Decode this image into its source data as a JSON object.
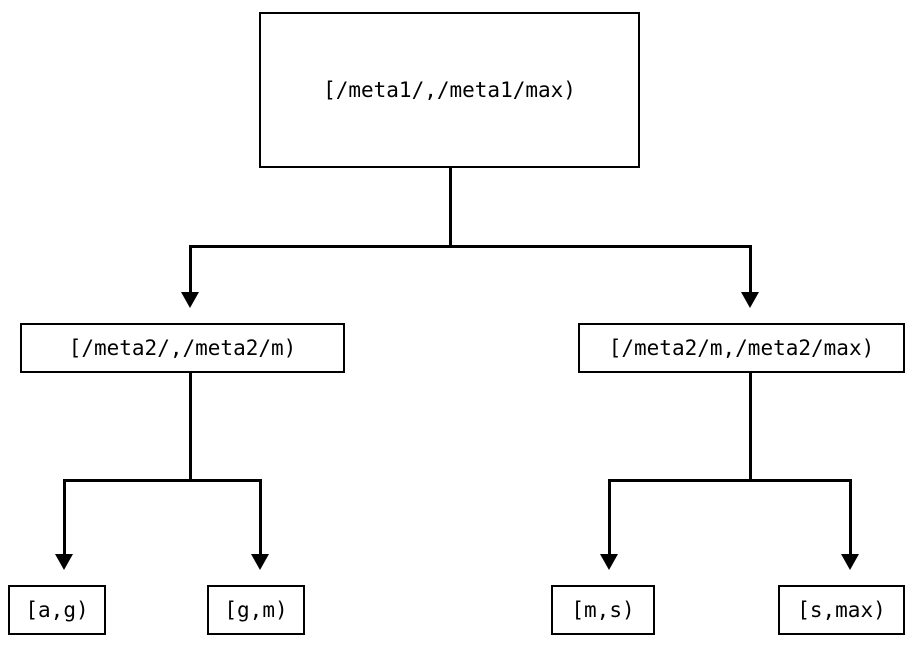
{
  "diagram": {
    "type": "tree",
    "background_color": "#ffffff",
    "line_color": "#000000",
    "text_color": "#000000",
    "nodes": {
      "root": {
        "label": "[/meta1/,/meta1/max)"
      },
      "mid_left": {
        "label": "[/meta2/,/meta2/m)"
      },
      "mid_right": {
        "label": "[/meta2/m,/meta2/max)"
      },
      "leaf_ag": {
        "label": "[a,g)"
      },
      "leaf_gm": {
        "label": "[g,m)"
      },
      "leaf_ms": {
        "label": "[m,s)"
      },
      "leaf_smax": {
        "label": "[s,max)"
      }
    },
    "edges": [
      {
        "from": "root",
        "to": "mid_left",
        "arrow": "down"
      },
      {
        "from": "root",
        "to": "mid_right",
        "arrow": "down"
      },
      {
        "from": "mid_left",
        "to": "leaf_ag",
        "arrow": "down"
      },
      {
        "from": "mid_left",
        "to": "leaf_gm",
        "arrow": "down"
      },
      {
        "from": "mid_right",
        "to": "leaf_ms",
        "arrow": "down"
      },
      {
        "from": "mid_right",
        "to": "leaf_smax",
        "arrow": "down"
      }
    ]
  }
}
